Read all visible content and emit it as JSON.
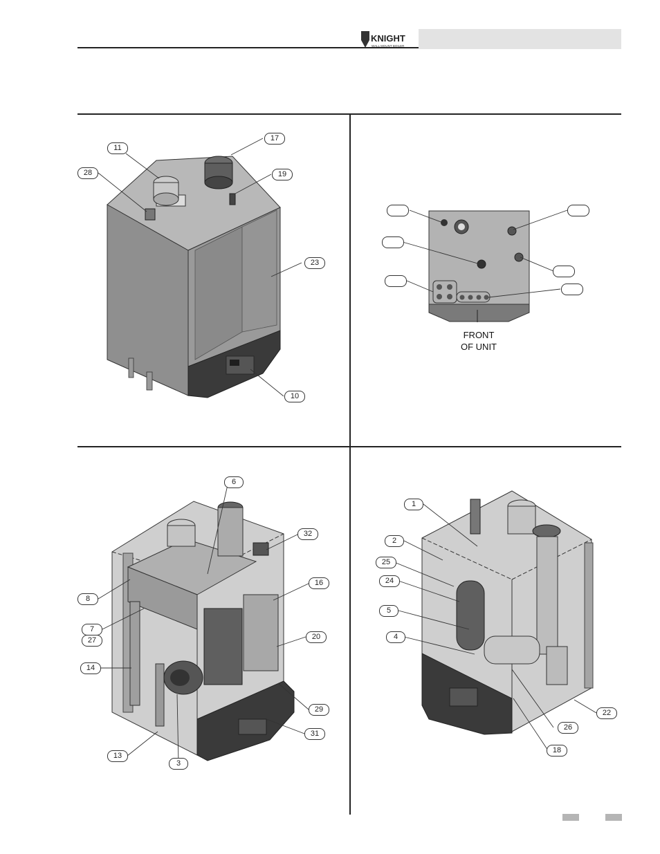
{
  "header": {
    "logo_text": "KNIGHT",
    "logo_subtext": "WALL MOUNT BOILER"
  },
  "figure_top_left": {
    "callouts": [
      "11",
      "17",
      "28",
      "19",
      "23",
      "10"
    ]
  },
  "figure_top_right": {
    "callouts": [
      "",
      "",
      "",
      "",
      "",
      ""
    ],
    "label_line1": "FRONT",
    "label_line2": "OF UNIT"
  },
  "figure_bottom_left": {
    "callouts": [
      "6",
      "32",
      "16",
      "8",
      "7",
      "27",
      "20",
      "14",
      "29",
      "31",
      "13",
      "3"
    ]
  },
  "figure_bottom_right": {
    "callouts": [
      "1",
      "2",
      "25",
      "24",
      "5",
      "4",
      "22",
      "26",
      "18"
    ]
  },
  "colors": {
    "rule": "#222222",
    "header_band": "#e3e3e3",
    "cabinet": "#8f8f8f",
    "cabinet_dark": "#3a3a3a",
    "page_tab": "#b5b5b5"
  }
}
